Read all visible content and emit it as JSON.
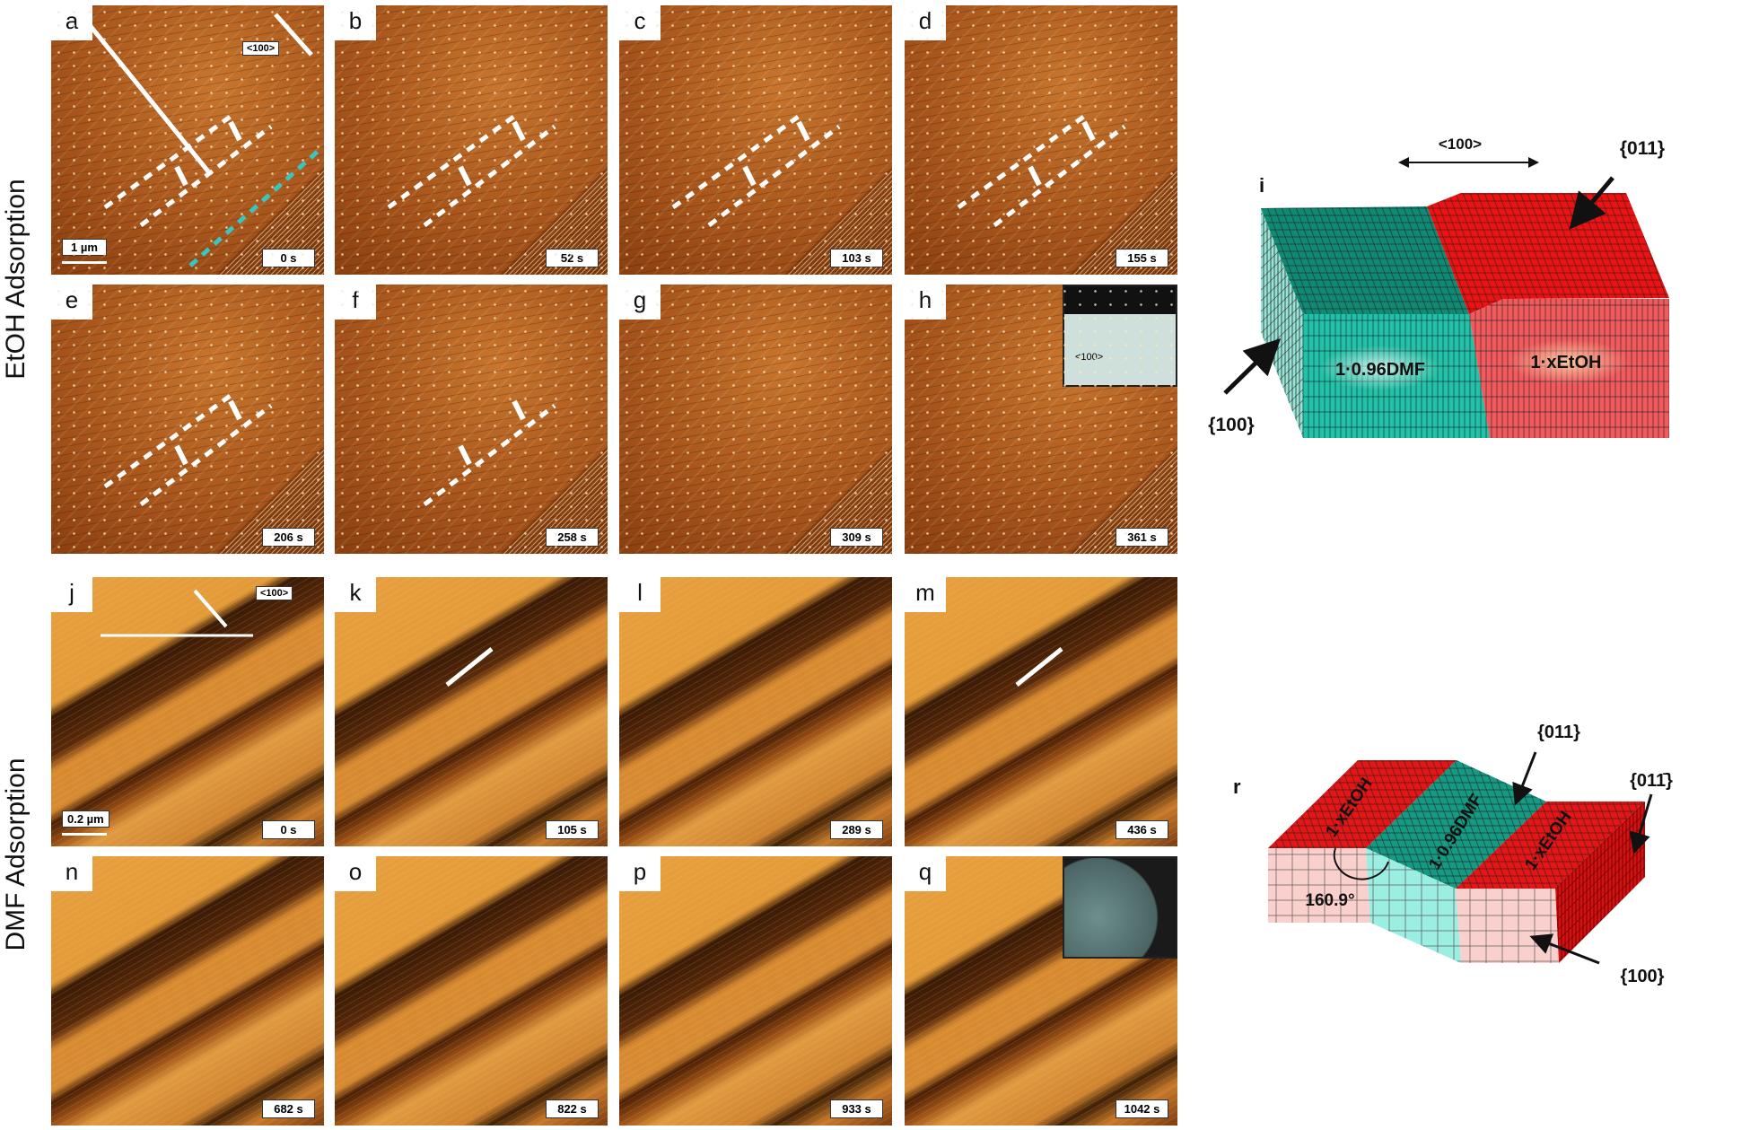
{
  "row_labels": {
    "etoh": "EtOH Adsorption",
    "dmf": "DMF Adsorption"
  },
  "etoh_panels": [
    {
      "letter": "a",
      "time": "0 s"
    },
    {
      "letter": "b",
      "time": "52 s"
    },
    {
      "letter": "c",
      "time": "103 s"
    },
    {
      "letter": "d",
      "time": "155 s"
    },
    {
      "letter": "e",
      "time": "206 s"
    },
    {
      "letter": "f",
      "time": "258 s"
    },
    {
      "letter": "g",
      "time": "309 s"
    },
    {
      "letter": "h",
      "time": "361 s"
    }
  ],
  "dmf_panels": [
    {
      "letter": "j",
      "time": "0 s"
    },
    {
      "letter": "k",
      "time": "105 s"
    },
    {
      "letter": "l",
      "time": "289 s"
    },
    {
      "letter": "m",
      "time": "436 s"
    },
    {
      "letter": "n",
      "time": "682 s"
    },
    {
      "letter": "o",
      "time": "822 s"
    },
    {
      "letter": "p",
      "time": "933 s"
    },
    {
      "letter": "q",
      "time": "1042 s"
    }
  ],
  "etoh_annotations": {
    "scale_bar": "1 µm",
    "direction": "<100>",
    "inset_direction": "<100>"
  },
  "dmf_annotations": {
    "scale_bar": "0.2 µm",
    "direction": "<100>"
  },
  "diagram_i": {
    "letter": "i",
    "direction": "<100>",
    "face_top": "{011}",
    "face_side": "{100}",
    "green_label": "1·0.96DMF",
    "red_label": "1·xEtOH",
    "colors": {
      "green_top": "#0f8a74",
      "green_front": "#22c2a6",
      "green_side": "#8fe8da",
      "red_top": "#ee1111",
      "red_front": "#f45a5a"
    }
  },
  "diagram_r": {
    "letter": "r",
    "face_top": "{011}",
    "face_side": "{011̄}",
    "face_front": "{100}",
    "angle": "160.9°",
    "red_label_left": "1·xEtOH",
    "green_label": "1·0.96DMF",
    "red_label_right": "1·xEtOH",
    "colors": {
      "red": "#e61414",
      "green": "#159a84",
      "pink": "#f9d0cc",
      "cyan": "#9aeee2"
    }
  }
}
